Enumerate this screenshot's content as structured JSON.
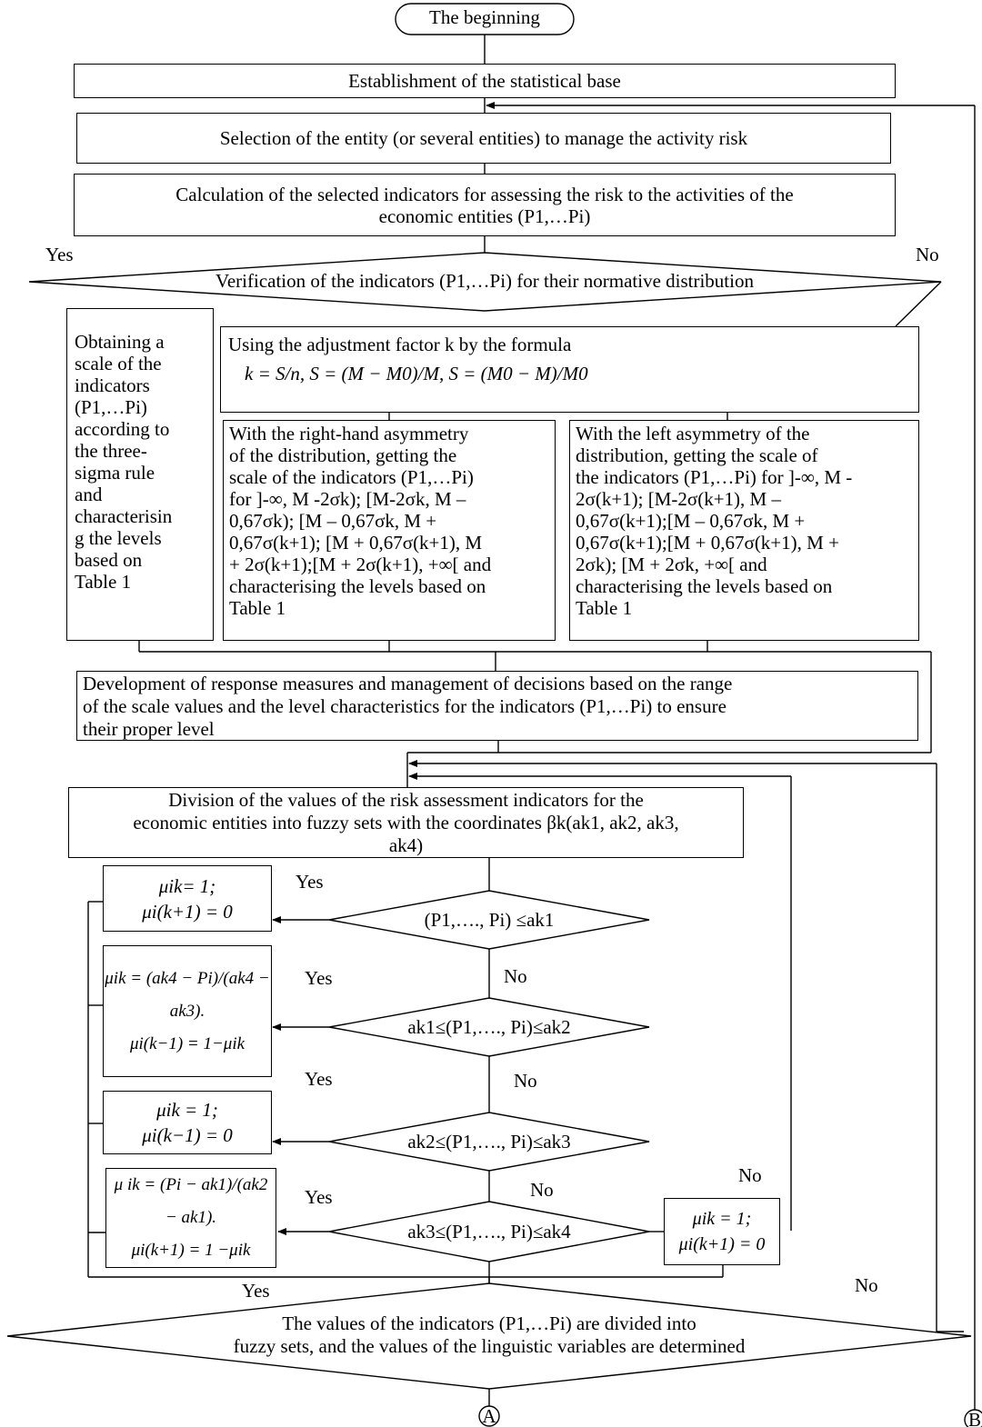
{
  "nodes": {
    "start": "The beginning",
    "statistical_base": "Establishment of the statistical base",
    "entity_selection": "Selection of the entity (or several entities) to manage the activity risk",
    "calculation": "Calculation of the selected indicators for assessing the risk to the activities of the\neconomic entities (P1,…Pi)",
    "verification": "Verification of the indicators (P1,…Pi) for their normative distribution",
    "three_sigma": "Obtaining a\nscale of the\nindicators\n(P1,…Pi)\naccording to\nthe three-\nsigma rule\nand\ncharacterisin\ng the levels\nbased on\nTable 1",
    "adjustment_title": "Using the adjustment factor k by the formula",
    "adjustment_formula": "k = S/n,  S = (M − M0)/M,  S = (M0 − M)/M0",
    "right_asymmetry": "With the right-hand asymmetry\nof the distribution, getting the\nscale of the indicators (P1,…Pi)\nfor ]-∞, M -2σk); [M-2σk, M –\n0,67σk); [M – 0,67σk, M +\n0,67σ(k+1); [M + 0,67σ(k+1), M\n+ 2σ(k+1);[M + 2σ(k+1), +∞[ and\ncharacterising the levels based on\nTable 1",
    "left_asymmetry": "With the left asymmetry of the\ndistribution, getting the scale of\nthe indicators (P1,…Pi) for ]-∞, M -\n2σ(k+1); [M-2σ(k+1), M –\n0,67σ(k+1);[M – 0,67σk, M +\n0,67σ(k+1);[M + 0,67σ(k+1), M +\n2σk); [M + 2σk, +∞[ and\ncharacterising the levels based on\nTable 1",
    "response_measures": "Development of response measures and management of decisions based on the range\nof the scale values and the level characteristics for the indicators (P1,…Pi) to ensure\ntheir proper level",
    "fuzzy_division": "Division of the values of the risk assessment indicators for the\neconomic entities into fuzzy sets with the coordinates βk(ak1, ak2, ak3,\nak4)",
    "cond1": "(P1,…., Pi) ≤ak1",
    "cond2": "ak1≤(P1,…., Pi)≤ak2",
    "cond3": "ak2≤(P1,…., Pi)≤ak3",
    "cond4": "ak3≤(P1,…., Pi)≤ak4",
    "res1": "μik= 1;\nμi(k+1) = 0",
    "res2": "μik = (ak4 − Pi)/(ak4 − ak3).\nμi(k−1) = 1−μik",
    "res3": "μik = 1;\nμi(k−1) = 0",
    "res4": "μ ik = (Pi − ak1)/(ak2 − ak1).\nμi(k+1) = 1 −μik",
    "res5": "μik = 1;\nμi(k+1) = 0",
    "final": "The values of the indicators (P1,…Pi) are divided into\nfuzzy sets, and the values of the linguistic variables are determined",
    "connector_a": "A",
    "connector_b": "B"
  },
  "labels": {
    "verification_yes": "Yes",
    "verification_no": "No",
    "cond1_yes": "Yes",
    "cond1_no": "No",
    "cond2_yes": "Yes",
    "cond2_no": "No",
    "cond3_yes": "Yes",
    "cond3_no": "No",
    "cond4_yes": "Yes",
    "cond4_no": "No",
    "final_yes": "Yes",
    "final_no": "No"
  }
}
